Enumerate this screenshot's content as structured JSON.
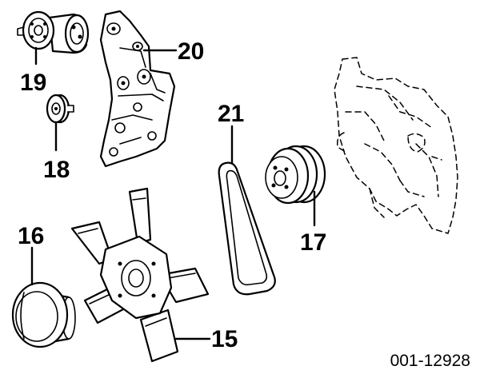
{
  "figure_code": "001-12928",
  "callouts": {
    "c15": "15",
    "c16": "16",
    "c17": "17",
    "c18": "18",
    "c19": "19",
    "c20": "20",
    "c21": "21"
  }
}
